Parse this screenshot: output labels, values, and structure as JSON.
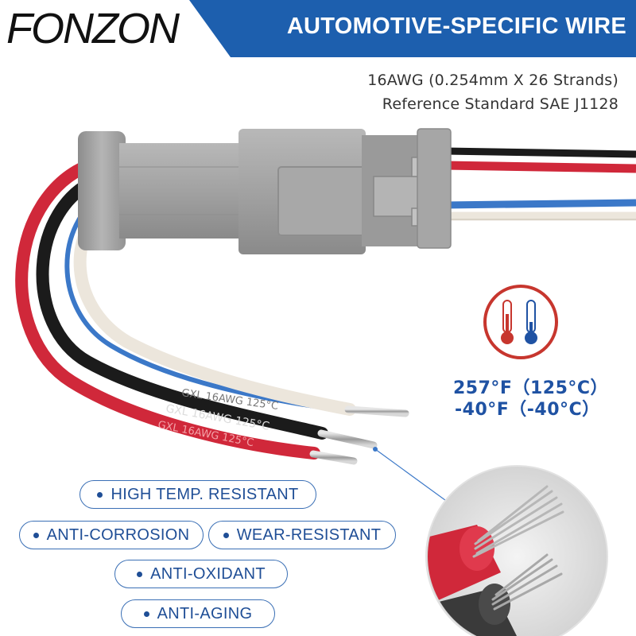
{
  "brand": "FONZON",
  "banner": "AUTOMOTIVE-SPECIFIC WIRE",
  "spec": {
    "line1": "16AWG (0.254mm X 26 Strands)",
    "line2": "Reference Standard SAE J1128"
  },
  "temperature": {
    "high": "257°F（125°C）",
    "low": "-40°F（-40°C）"
  },
  "wire_print": {
    "white": "GXL    16AWG    125°C",
    "black": "GXL    16AWG    125°C",
    "red": "GXL    16AWG    125°C"
  },
  "features": [
    "HIGH TEMP. RESISTANT",
    "ANTI-CORROSION",
    "WEAR-RESISTANT",
    "ANTI-OXIDANT",
    "ANTI-AGING"
  ],
  "colors": {
    "banner": "#1d5fae",
    "accent_blue": "#1f52a3",
    "wire_red": "#d0283a",
    "wire_black": "#1b1b1b",
    "wire_white": "#ece6dc",
    "wire_blue": "#3b78c8",
    "connector_gray": "#9b9b9b"
  }
}
